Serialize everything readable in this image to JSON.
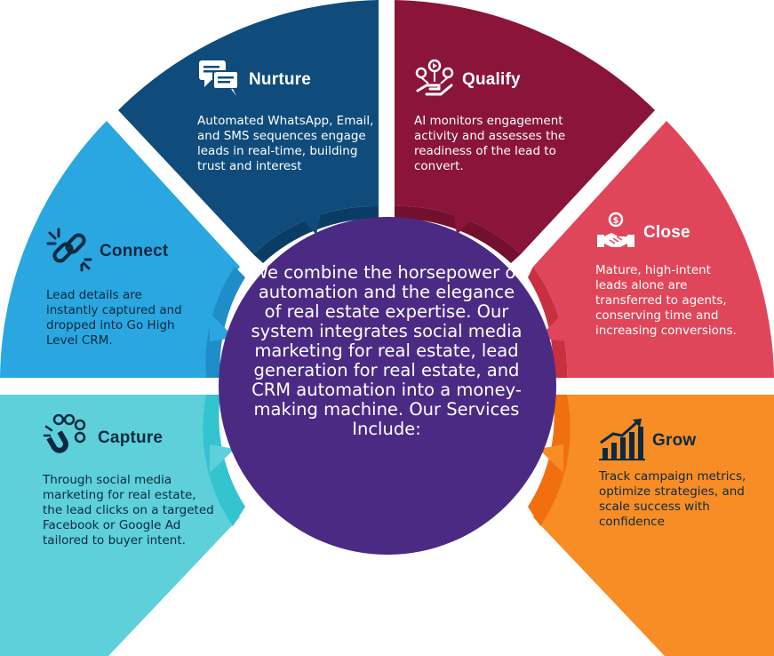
{
  "colors": {
    "nurture": "#0f4c7b",
    "qualify": "#8a1538",
    "connect": "#29a3dc",
    "close": "#e04356",
    "capture": "#4ecad3",
    "grow": "#f7891f",
    "center": "#4b2a84"
  },
  "center": {
    "text": "We combine the horsepower of automation and the elegance of real estate expertise. Our system integrates social media marketing for real estate, lead generation for real estate, and CRM automation into a money-making machine. Our Services Include:"
  },
  "segments": [
    {
      "key": "nurture",
      "icon": "chat-bubbles-icon",
      "title": "Nurture",
      "description": "Automated WhatsApp, Email, and SMS sequences engage leads in real-time, building trust and interest"
    },
    {
      "key": "qualify",
      "icon": "hand-with-icons-icon",
      "title": "Qualify",
      "description": "AI monitors engagement activity and assesses the readiness of the lead to convert."
    },
    {
      "key": "connect",
      "icon": "broken-link-icon",
      "title": "Connect",
      "description": "Lead details are instantly captured and dropped into Go High Level CRM."
    },
    {
      "key": "close",
      "icon": "handshake-icon",
      "title": "Close",
      "description": "Mature, high-intent leads alone are transferred to agents, conserving time and increasing conversions."
    },
    {
      "key": "capture",
      "icon": "magnet-people-icon",
      "title": "Capture",
      "description": "Through social media marketing for real estate, the lead clicks on a targeted Facebook or Google Ad tailored to buyer intent."
    },
    {
      "key": "grow",
      "icon": "growth-chart-icon",
      "title": "Grow",
      "description": "Track campaign metrics, optimize strategies, and scale success with confidence"
    }
  ]
}
